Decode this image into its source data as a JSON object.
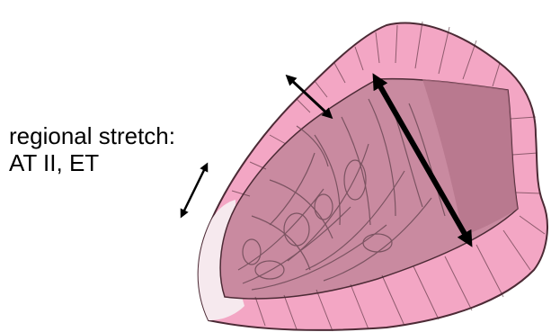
{
  "caption": {
    "line1": "regional stretch:",
    "line2": "AT II, ET"
  },
  "colors": {
    "wall": "#f3a6c4",
    "wall_pale": "#f8c9dc",
    "apex_white": "#f6e9ee",
    "cavity": "#c98aa0",
    "cavity_dark": "#b27287",
    "outline": "#4c2a35",
    "trabecula": "#6e4a57",
    "arrow": "#000000",
    "text": "#000000"
  },
  "icons": {
    "arrows": "double-headed-arrow",
    "illustration": "ventricle-cross-section"
  }
}
